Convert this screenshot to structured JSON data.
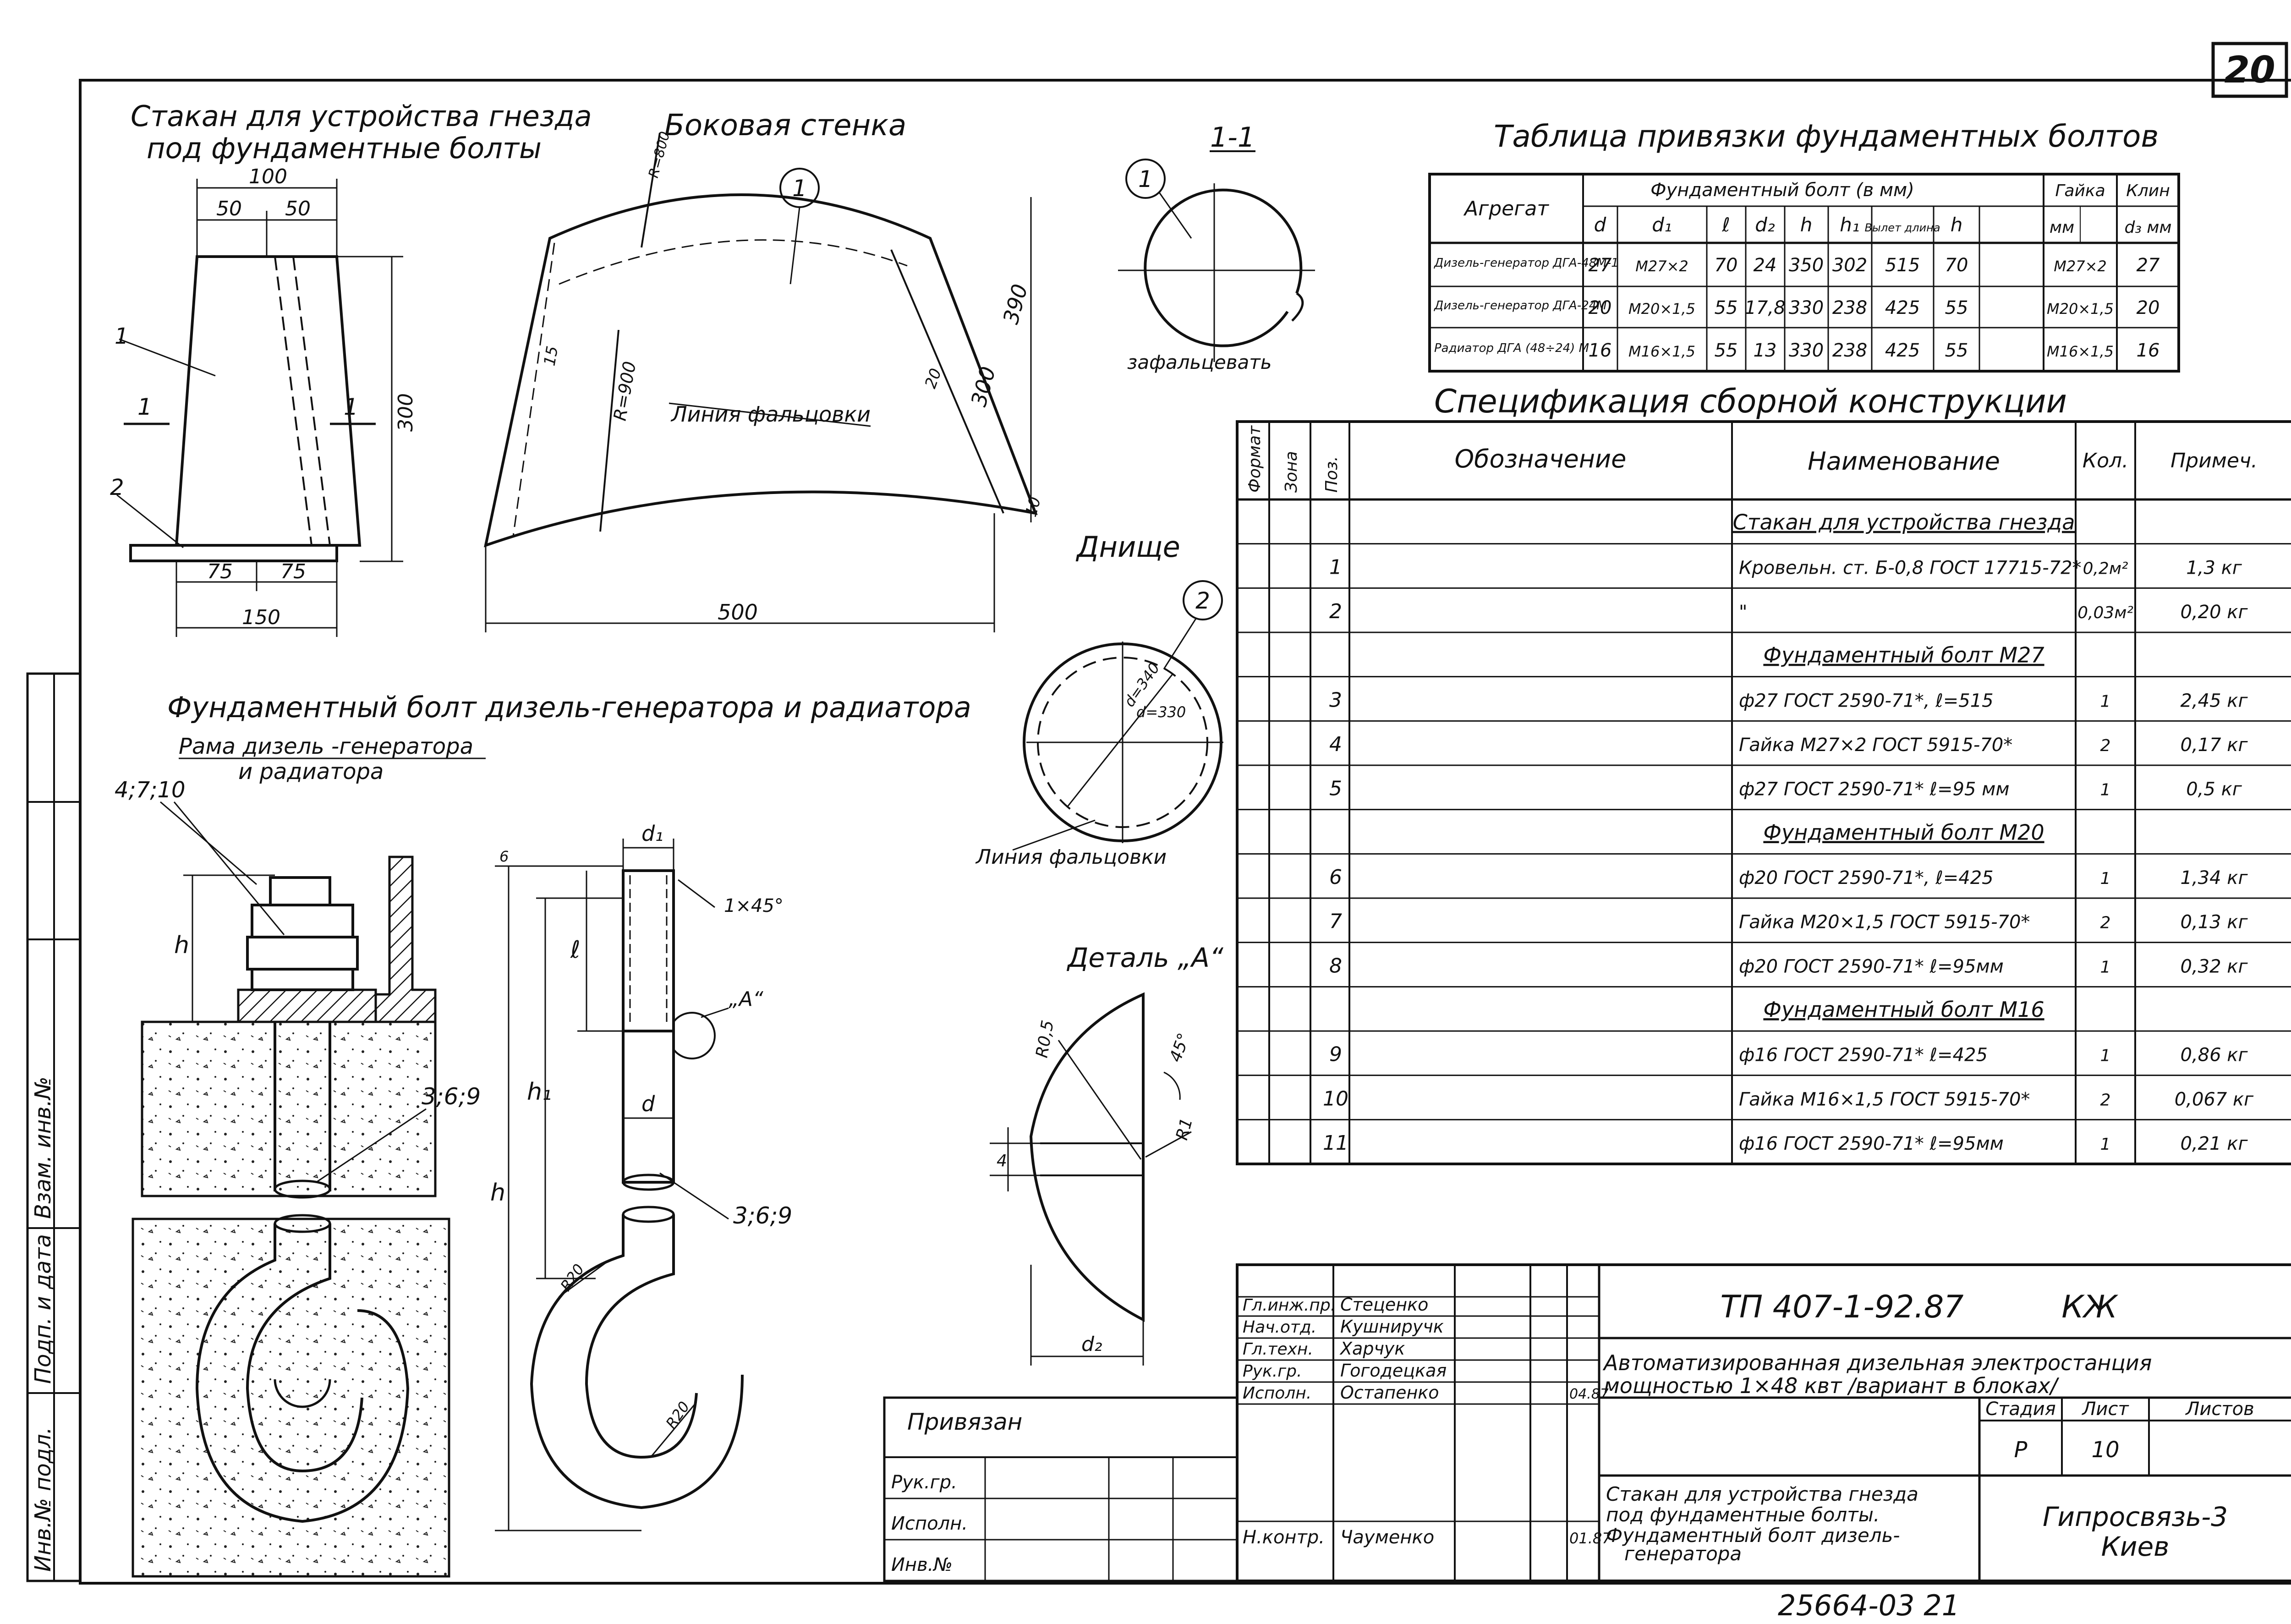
{
  "sheet": {
    "sheet_no": "20",
    "archive_no": "25664-03 21"
  },
  "titles": {
    "cup_title_1": "Стакан для устройства гнезда",
    "cup_title_2": "под фундаментные болты",
    "side_wall": "Боковая стенка",
    "section_11": "1-1",
    "bottom": "Днище",
    "detail_a": "Деталь „А“",
    "bolt_title": "Фундаментный болт дизель-генератора и радиатора",
    "frame_label_1": "Рама дизель -генератора",
    "frame_label_2": "и радиатора",
    "bolt_table_title": "Таблица привязки фундаментных болтов",
    "spec_title": "Спецификация сборной конструкции"
  },
  "labels": {
    "fold_line": "Линия фальцовки",
    "fold_line_2": "Линия фальцовки",
    "seam": "зафальцевать",
    "pos_1": "1",
    "pos_2": "2",
    "section_mark": "1",
    "a_mark": "„А“",
    "refs_4_7_10": "4;7;10",
    "refs_3_6_9": "3;6;9",
    "chamfer": "1×45°"
  },
  "dims": {
    "d100": "100",
    "d50a": "50",
    "d50b": "50",
    "d300": "300",
    "d75a": "75",
    "d75b": "75",
    "d150": "150",
    "d500": "500",
    "d390": "390",
    "d300b": "300",
    "d10": "10",
    "d20": "20",
    "r800": "R=800",
    "r900": "R=900",
    "d15": "15",
    "d340": "d=340",
    "d330": "d=330",
    "h": "h",
    "h1": "h₁",
    "e": "ℓ",
    "d": "d",
    "d1": "d₁",
    "d2": "d₂",
    "b": "6",
    "r20a": "R20",
    "r20b": "R20",
    "r05": "R0,5",
    "a45": "45°",
    "r1": "R1",
    "d4": "4"
  },
  "bolt_table": {
    "header_unit": "Агрегат",
    "header_bolt": "Фундаментный болт (в мм)",
    "header_nut": "Гайка",
    "header_nut_unit": "мм",
    "header_wedge": "Клин",
    "header_wedge_sub": "d₃ мм",
    "columns": [
      "d",
      "d₁",
      "ℓ",
      "d₂",
      "h",
      "h₁",
      "Вылет длина",
      "h"
    ],
    "rows": [
      {
        "unit": "Дизель-генератор ДГА-48М-1",
        "vals": [
          "27",
          "М27×2",
          "70",
          "24",
          "350",
          "302",
          "515",
          "70"
        ],
        "nut": "М27×2",
        "wedge": "27"
      },
      {
        "unit": "Дизель-генератор ДГА-24М",
        "vals": [
          "20",
          "М20×1,5",
          "55",
          "17,8",
          "330",
          "238",
          "425",
          "55"
        ],
        "nut": "М20×1,5",
        "wedge": "20"
      },
      {
        "unit": "Радиатор ДГА (48÷24) М",
        "vals": [
          "16",
          "М16×1,5",
          "55",
          "13",
          "330",
          "238",
          "425",
          "55"
        ],
        "nut": "М16×1,5",
        "wedge": "16"
      }
    ]
  },
  "spec": {
    "headers": {
      "format": "Формат",
      "zone": "Зона",
      "pos": "Поз.",
      "designation": "Обозначение",
      "name": "Наименование",
      "qty": "Кол.",
      "note": "Примеч."
    },
    "rows": [
      {
        "pos": "",
        "name": "Стакан для устройства гнезда",
        "qty": "",
        "note": "",
        "header": true
      },
      {
        "pos": "1",
        "name": "Кровельн. ст. Б-0,8 ГОСТ 17715-72*",
        "qty": "0,2м²",
        "note": "1,3 кг"
      },
      {
        "pos": "2",
        "name": "\"",
        "qty": "0,03м²",
        "note": "0,20 кг"
      },
      {
        "pos": "",
        "name": "Фундаментный болт М27",
        "qty": "",
        "note": "",
        "header": true
      },
      {
        "pos": "3",
        "name": "ф27 ГОСТ 2590-71*, ℓ=515",
        "qty": "1",
        "note": "2,45 кг"
      },
      {
        "pos": "4",
        "name": "Гайка М27×2 ГОСТ 5915-70*",
        "qty": "2",
        "note": "0,17 кг"
      },
      {
        "pos": "5",
        "name": "ф27 ГОСТ 2590-71* ℓ=95 мм",
        "qty": "1",
        "note": "0,5 кг"
      },
      {
        "pos": "",
        "name": "Фундаментный болт М20",
        "qty": "",
        "note": "",
        "header": true
      },
      {
        "pos": "6",
        "name": "ф20 ГОСТ 2590-71*, ℓ=425",
        "qty": "1",
        "note": "1,34 кг"
      },
      {
        "pos": "7",
        "name": "Гайка М20×1,5 ГОСТ 5915-70*",
        "qty": "2",
        "note": "0,13 кг"
      },
      {
        "pos": "8",
        "name": "ф20 ГОСТ 2590-71* ℓ=95мм",
        "qty": "1",
        "note": "0,32 кг"
      },
      {
        "pos": "",
        "name": "Фундаментный болт М16",
        "qty": "",
        "note": "",
        "header": true
      },
      {
        "pos": "9",
        "name": "ф16 ГОСТ 2590-71* ℓ=425",
        "qty": "1",
        "note": "0,86 кг"
      },
      {
        "pos": "10",
        "name": "Гайка М16×1,5 ГОСТ 5915-70*",
        "qty": "2",
        "note": "0,067 кг"
      },
      {
        "pos": "11",
        "name": "ф16 ГОСТ 2590-71* ℓ=95мм",
        "qty": "1",
        "note": "0,21 кг"
      }
    ]
  },
  "title_block": {
    "doc_code": "ТП 407-1-92.87",
    "mark": "КЖ",
    "project_1": "Автоматизированная дизельная электростанция",
    "project_2": "мощностью 1×48 квт  /вариант в блоках/",
    "bound": "Привязан",
    "roles": [
      {
        "role": "Гл.инж.пр.",
        "name": "Стеценко"
      },
      {
        "role": "Нач.отд.",
        "name": "Кушниручк"
      },
      {
        "role": "Гл.техн.",
        "name": "Харчук"
      },
      {
        "role": "Рук.гр.",
        "name": "Гогодецкая"
      },
      {
        "role": "Исполн.",
        "name": "Остапенко",
        "date": "04.87"
      }
    ],
    "nkontr_role": "Н.контр.",
    "nkontr_name": "Чауменко",
    "nkontr_date": "01.87",
    "stage_h": "Стадия",
    "sheet_h": "Лист",
    "sheets_h": "Листов",
    "stage": "Р",
    "sheet": "10",
    "sheets": "",
    "drawing_1": "Стакан для устройства гнезда",
    "drawing_2": "под фундаментные болты.",
    "drawing_3": "Фундаментный болт дизель-",
    "drawing_4": "генератора",
    "org_1": "Гипросвязь-3",
    "org_2": "Киев",
    "left_rows": [
      "Рук.гр.",
      "Исполн.",
      "Инв.№"
    ]
  },
  "side_stamp": {
    "inv_orig": "Инв.№ подл.",
    "sign_date": "Подп. и дата",
    "inv_repl": "Взам. инв.№"
  }
}
